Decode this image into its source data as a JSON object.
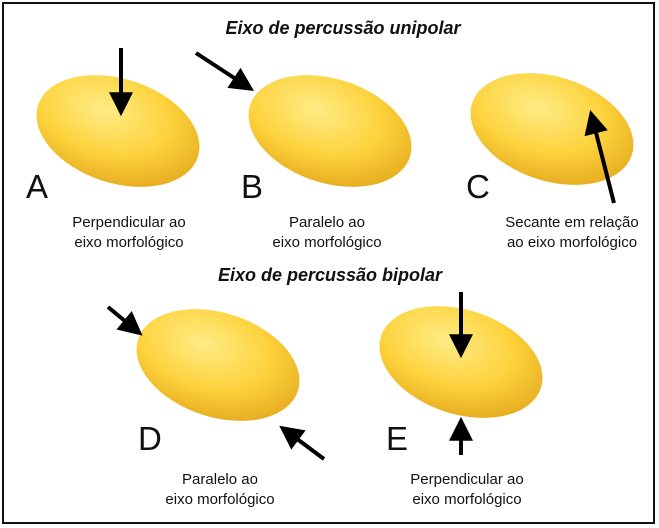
{
  "sections": {
    "unipolar_title": "Eixo de percussão unipolar",
    "bipolar_title": "Eixo de percussão bipolar"
  },
  "panels": [
    {
      "letter": "A",
      "caption_line1": "Perpendicular ao",
      "caption_line2": "eixo morfológico"
    },
    {
      "letter": "B",
      "caption_line1": "Paralelo ao",
      "caption_line2": "eixo morfológico"
    },
    {
      "letter": "C",
      "caption_line1": "Secante em relação",
      "caption_line2": "ao eixo morfológico"
    },
    {
      "letter": "D",
      "caption_line1": "Paralelo ao",
      "caption_line2": "eixo morfológico"
    },
    {
      "letter": "E",
      "caption_line1": "Perpendicular ao",
      "caption_line2": "eixo morfológico"
    }
  ],
  "colors": {
    "ellipse_light": "#FFE56A",
    "ellipse_mid": "#FDCF36",
    "ellipse_dark": "#E3A91A",
    "arrow": "#000000"
  }
}
